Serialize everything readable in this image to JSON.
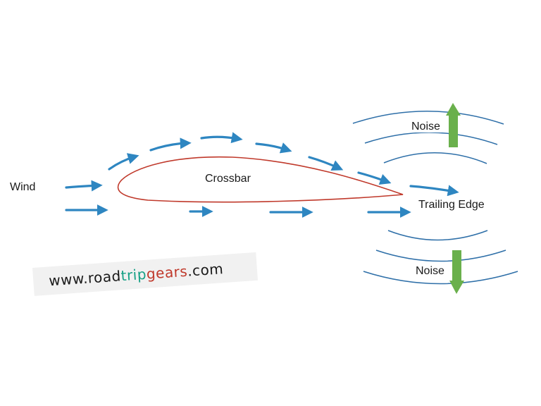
{
  "labels": {
    "wind": "Wind",
    "crossbar": "Crossbar",
    "trailing_edge": "Trailing Edge",
    "noise_top": "Noise",
    "noise_bottom": "Noise"
  },
  "watermark": {
    "prefix": "www.road",
    "trip": "trip",
    "gears": "gears",
    "suffix": ".com"
  },
  "colors": {
    "flow_arrow": "#2e86c1",
    "airfoil_outline": "#c0392b",
    "noise_wave": "#2e6fa8",
    "noise_arrow": "#6ab04c",
    "watermark_text": "#1a1a1a",
    "watermark_trip": "#16a085",
    "watermark_gears": "#c0392b"
  }
}
